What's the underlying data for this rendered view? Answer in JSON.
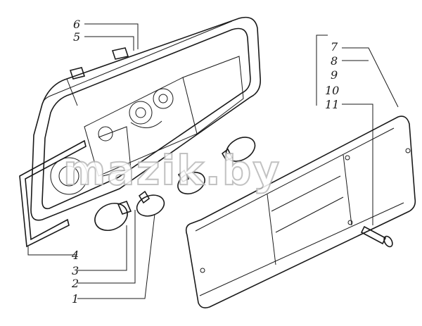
{
  "watermark": "mazik.by",
  "callouts": {
    "c6": "6",
    "c5": "5",
    "c7": "7",
    "c8": "8",
    "c9": "9",
    "c10": "10",
    "c11": "11",
    "c4": "4",
    "c3": "3",
    "c2": "2",
    "c1": "1"
  }
}
